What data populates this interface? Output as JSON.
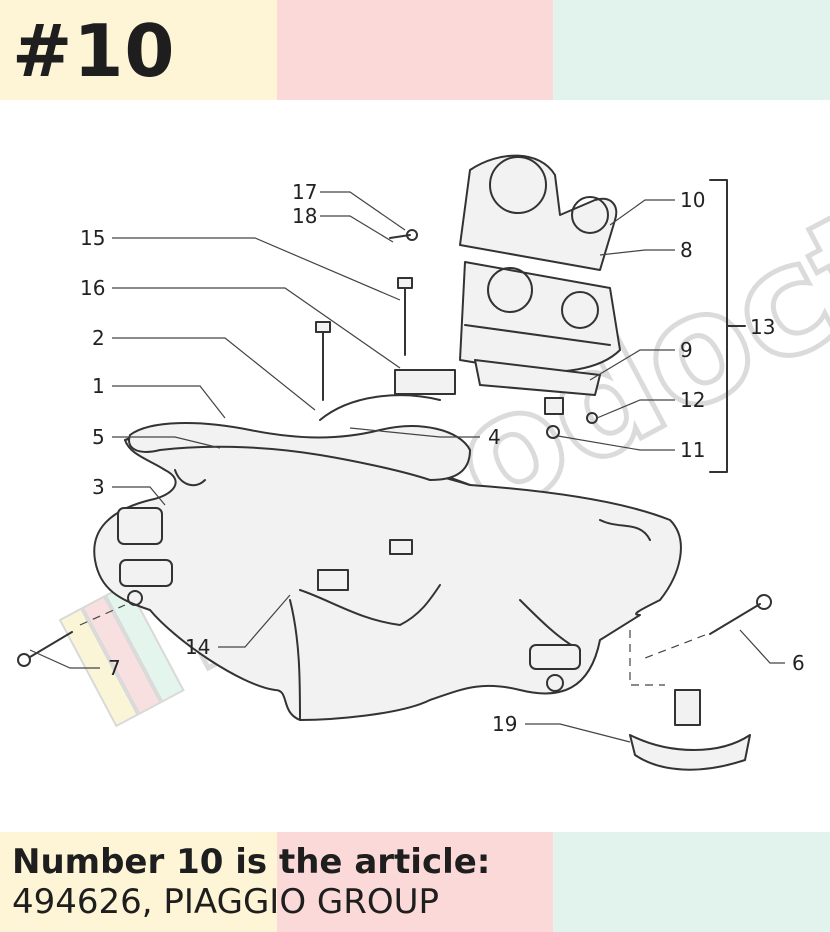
{
  "header": {
    "number": "#10"
  },
  "diagram": {
    "callouts": [
      {
        "id": "c17",
        "label": "17"
      },
      {
        "id": "c18",
        "label": "18"
      },
      {
        "id": "c15",
        "label": "15"
      },
      {
        "id": "c16",
        "label": "16"
      },
      {
        "id": "c2",
        "label": "2"
      },
      {
        "id": "c1",
        "label": "1"
      },
      {
        "id": "c5",
        "label": "5"
      },
      {
        "id": "c3",
        "label": "3"
      },
      {
        "id": "c4",
        "label": "4"
      },
      {
        "id": "c10",
        "label": "10"
      },
      {
        "id": "c8",
        "label": "8"
      },
      {
        "id": "c13",
        "label": "13"
      },
      {
        "id": "c9",
        "label": "9"
      },
      {
        "id": "c12",
        "label": "12"
      },
      {
        "id": "c11",
        "label": "11"
      },
      {
        "id": "c14",
        "label": "14"
      },
      {
        "id": "c7",
        "label": "7"
      },
      {
        "id": "c6",
        "label": "6"
      },
      {
        "id": "c19",
        "label": "19"
      }
    ],
    "watermark_text": "motodoctor"
  },
  "footer": {
    "title": "Number 10 is the article:",
    "value": "494626, PIAGGIO GROUP"
  }
}
